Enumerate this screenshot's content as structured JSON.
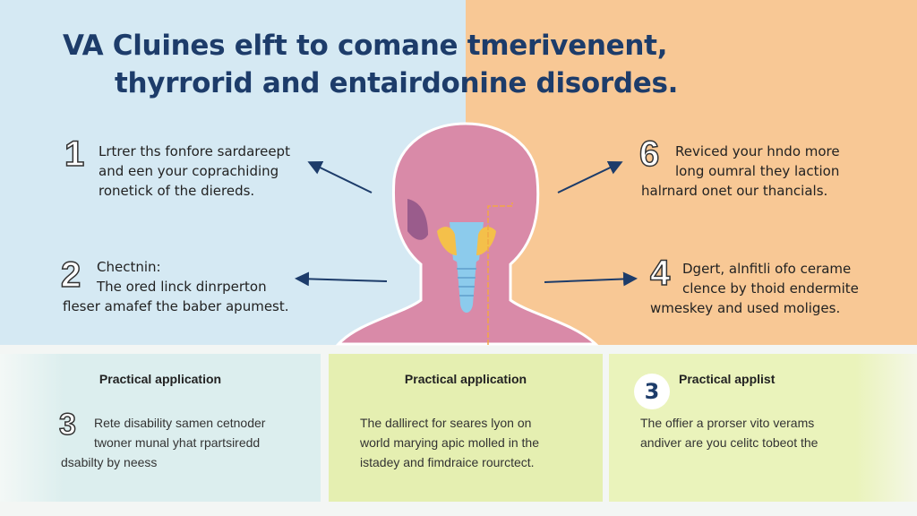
{
  "title": {
    "line1": "VA Cluines elft to comane tmerivenent,",
    "line2": "thyrrorid and entairdonine disordes."
  },
  "notes": [
    {
      "number": "1",
      "lines": [
        "Lrtrer ths fonfore sardareept",
        "and een your coprachiding",
        "ronetick of the diereds."
      ]
    },
    {
      "number": "2",
      "lines": [
        "Chectnin:",
        "The ored linck dinrperton",
        "fleser amafef the baber apumest."
      ]
    },
    {
      "number": "6",
      "lines": [
        "Reviced your hndo more",
        "long oumral they laction",
        "halrnard onet our thancials."
      ]
    },
    {
      "number": "4",
      "lines": [
        "Dgert, alnfitli ofo cerame",
        "clence by thoid endermite",
        "wmeskey and used moliges."
      ]
    }
  ],
  "cards": [
    {
      "heading": "Practical application",
      "number": "3",
      "lines": [
        "Rete disability samen cetnoder",
        "twoner munal yhat rpartsiredd",
        "dsabilty by neess"
      ]
    },
    {
      "heading": "Practical application",
      "lines": [
        "The dallirect for seares lyon on",
        "world marying apic molled in the",
        "istadey and fimdraice rourctect."
      ]
    },
    {
      "heading": "Practical applist",
      "number": "3",
      "lines": [
        "The offier a prorser vito verams",
        "andiver are you celitc tobeot the"
      ]
    }
  ],
  "colors": {
    "title": "#1d3c6a",
    "left_bg": "#d5e9f3",
    "right_bg": "#f8c895",
    "head": "#d98aa8",
    "thyroid": "#f4c04a",
    "trachea": "#8ccbec"
  }
}
